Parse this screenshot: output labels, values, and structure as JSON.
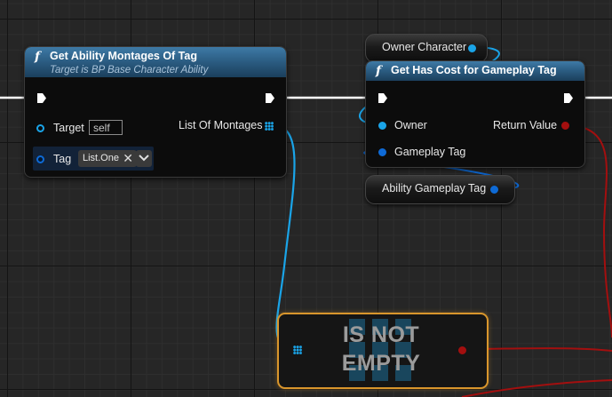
{
  "nodes": {
    "get_ability_montages": {
      "title": "Get Ability Montages Of Tag",
      "subtitle": "Target is BP Base Character Ability",
      "target_label": "Target",
      "target_value": "self",
      "tag_label": "Tag",
      "tag_value": "List.One",
      "output_label": "List Of Montages"
    },
    "owner_character": {
      "label": "Owner Character"
    },
    "get_has_cost": {
      "title": "Get Has Cost for Gameplay Tag",
      "owner_label": "Owner",
      "gameplay_tag_label": "Gameplay Tag",
      "return_label": "Return Value"
    },
    "ability_gameplay_tag": {
      "label": "Ability Gameplay Tag"
    },
    "is_not_empty": {
      "line1": "IS NOT",
      "line2": "EMPTY"
    }
  },
  "colors": {
    "object_pin": "#1aa4e8",
    "tag_pin": "#0e6ad6",
    "bool_pin": "#a30f0f",
    "exec_wire": "#ffffff",
    "highlight_border": "#d9962c",
    "function_header": "#2c5e84"
  },
  "icons": {
    "function": "f-function-icon",
    "clear": "x-clear-icon",
    "dropdown": "chevron-down-icon",
    "array": "array-grid-icon"
  }
}
